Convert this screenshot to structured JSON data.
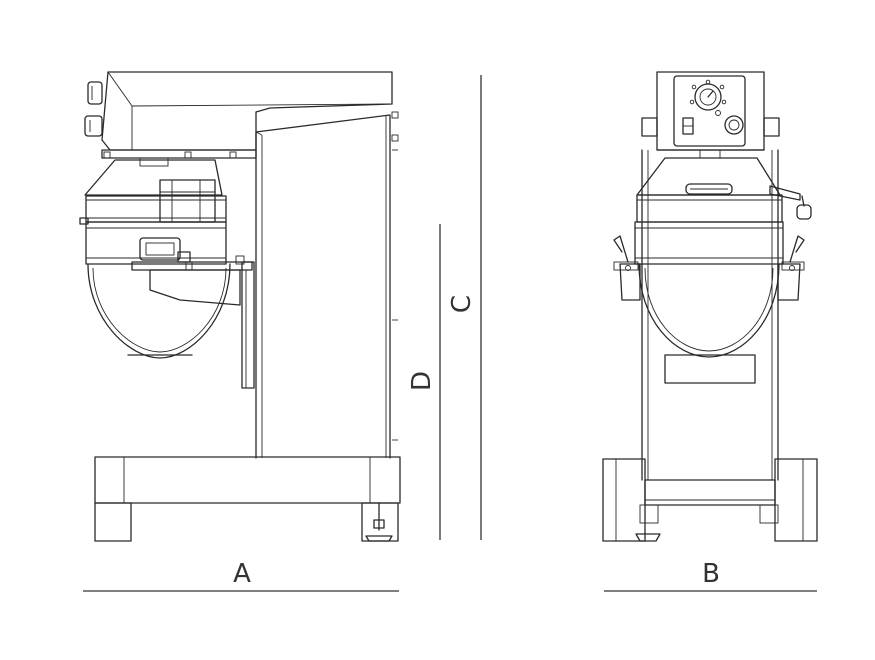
{
  "diagram": {
    "dimension_labels": {
      "a": "A",
      "b": "B",
      "c": "C",
      "d": "D"
    }
  }
}
